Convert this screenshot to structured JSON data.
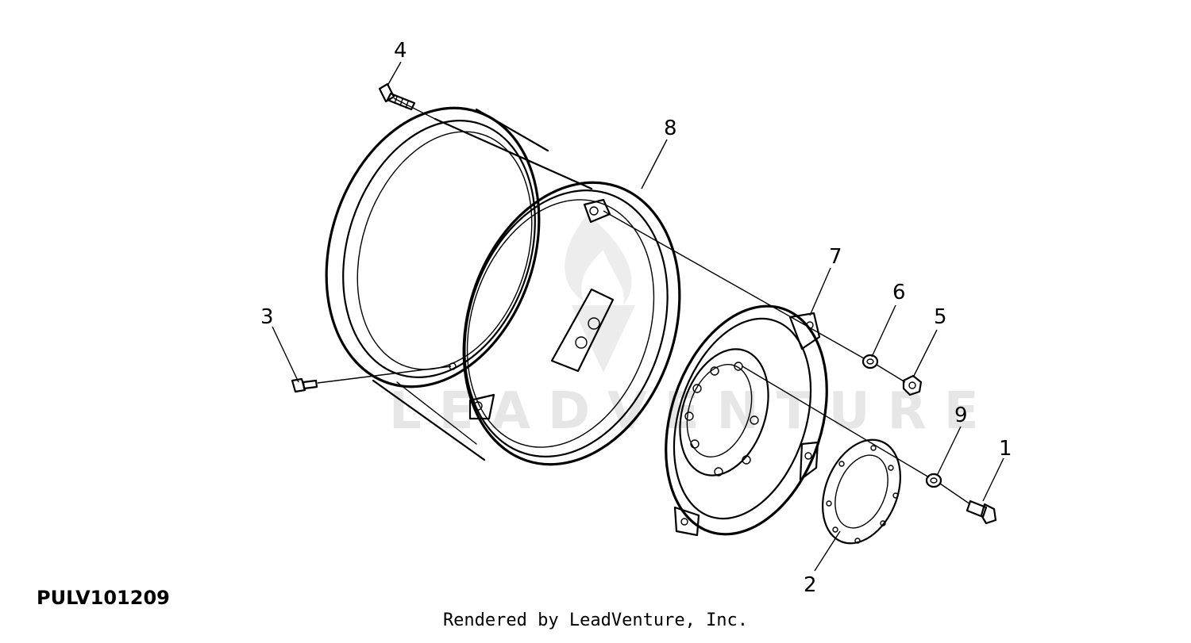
{
  "diagram": {
    "id": "PULV101209",
    "credit": "Rendered by LeadVenture, Inc.",
    "watermark": "LEADVENTURE",
    "callouts": [
      "1",
      "2",
      "3",
      "4",
      "5",
      "6",
      "7",
      "8",
      "9"
    ]
  }
}
